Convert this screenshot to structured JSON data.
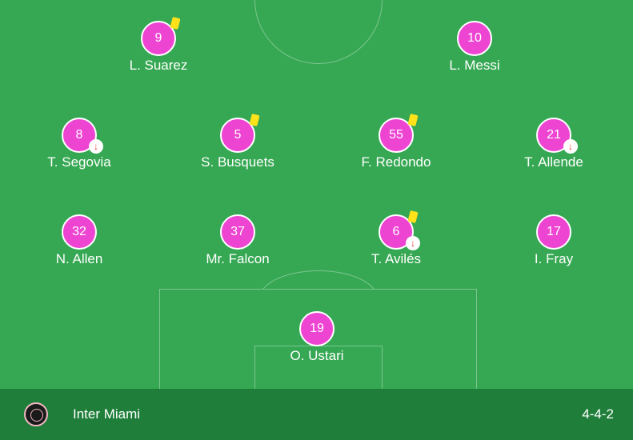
{
  "lineup": {
    "team_name": "Inter Miami",
    "formation": "4-4-2",
    "players": {
      "suarez": {
        "number": "9",
        "name": "L. Suarez",
        "yellow_card": true,
        "subbed_off": false
      },
      "messi": {
        "number": "10",
        "name": "L. Messi",
        "yellow_card": false,
        "subbed_off": false
      },
      "segovia": {
        "number": "8",
        "name": "T. Segovia",
        "yellow_card": false,
        "subbed_off": true
      },
      "busquets": {
        "number": "5",
        "name": "S. Busquets",
        "yellow_card": true,
        "subbed_off": false
      },
      "redondo": {
        "number": "55",
        "name": "F. Redondo",
        "yellow_card": true,
        "subbed_off": false
      },
      "allende": {
        "number": "21",
        "name": "T. Allende",
        "yellow_card": false,
        "subbed_off": true
      },
      "allen": {
        "number": "32",
        "name": "N. Allen",
        "yellow_card": false,
        "subbed_off": false
      },
      "falcon": {
        "number": "37",
        "name": "Mr. Falcon",
        "yellow_card": false,
        "subbed_off": false
      },
      "aviles": {
        "number": "6",
        "name": "T. Avilés",
        "yellow_card": true,
        "subbed_off": true
      },
      "fray": {
        "number": "17",
        "name": "I. Fray",
        "yellow_card": false,
        "subbed_off": false
      },
      "ustari": {
        "number": "19",
        "name": "O. Ustari",
        "yellow_card": false,
        "subbed_off": false
      }
    },
    "colors": {
      "pitch": "#36a853",
      "footer": "#1f7f3a",
      "shirt": "#ee44d2",
      "card": "#ffe21a",
      "sub_arrow": "#e53935"
    },
    "icons": {
      "card": "yellow-card-icon",
      "sub": "substitution-out-icon",
      "badge": "team-crest-icon"
    }
  }
}
